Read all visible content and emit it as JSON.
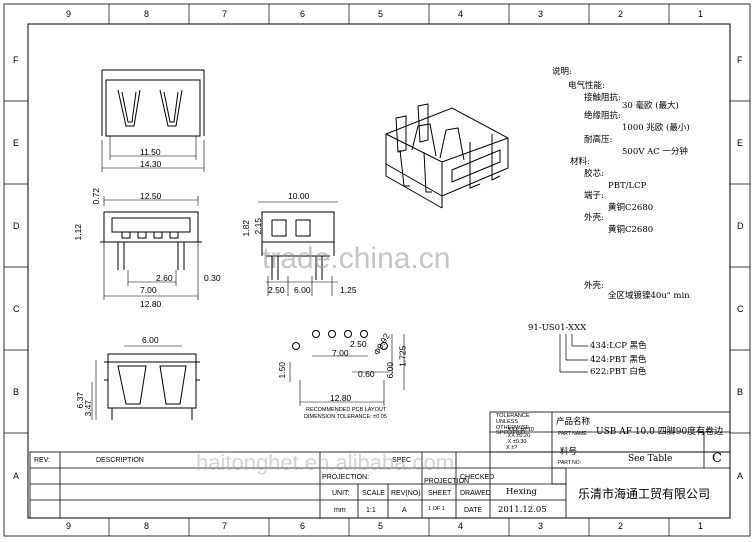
{
  "border": {
    "columns": [
      "9",
      "8",
      "7",
      "6",
      "5",
      "4",
      "3",
      "2",
      "1"
    ],
    "rows": [
      "F",
      "E",
      "D",
      "C",
      "B",
      "A"
    ]
  },
  "views": {
    "front_top": {
      "dims": [
        "11.50",
        "14.30"
      ]
    },
    "front": {
      "dims": [
        "12.50",
        "0.72",
        "1.12",
        "2.60",
        "0.30",
        "7.00",
        "12.80"
      ]
    },
    "side": {
      "dims": [
        "10.00",
        "1.82",
        "2.15",
        "2.50",
        "6.00",
        "1.25"
      ]
    },
    "bottom": {
      "dims": [
        "6.00",
        "6.37",
        "3.47"
      ]
    },
    "pcb": {
      "dims": [
        "2.50",
        "7.00",
        "Φ0.92",
        "1.725",
        "6.00",
        "0.60",
        "1.50",
        "12.80"
      ],
      "caption": "RECOMMENDED PCB LAYOUT",
      "tolerance": "DIMENSION TOLERANCE: ±0.05"
    }
  },
  "notes": {
    "title": "说明:",
    "lines": [
      "电气性能:",
      "接触阻抗:",
      "30 毫欧 (最大)",
      "绝缘阻抗:",
      "1000 兆欧 (最小)",
      "耐高压:",
      "500V AC 一分钟",
      "材料:",
      "胶芯:",
      "PBT/LCP",
      "端子:",
      "黄铜C2680",
      "外壳:",
      "黄铜C2680",
      "外壳:",
      "全区域镀镍40u\" min"
    ]
  },
  "part": {
    "code": "91-US01-XXX",
    "variants": [
      "434:LCP 黑色",
      "424:PBT 黑色",
      "622:PBT 白色"
    ]
  },
  "title_block": {
    "tolerance_header": "TOLERANCE UNLESS OTHERWISE SPECIFIED",
    "tolerances": [
      ".XXX ±0.10",
      ".XX ±0.20",
      ".X ±0.30",
      "X ±?"
    ],
    "part_name_label_cn": "产品名称",
    "part_name_label_en": "PART NAME:",
    "part_name": "USB AF 10.0 四脚90度有卷边",
    "part_no_label_cn": "料号",
    "part_no_label_en": "PART NO:",
    "part_no": "See Table",
    "revision": "C",
    "rev_label": "REV:",
    "description_label": "DESCRIPTION",
    "spec_label": "SPEC",
    "projection_label": "PROJECTION:",
    "projection2_label": "PROJECTION",
    "checked_label": "CHECKED",
    "unit_label": "UNIT:",
    "unit": "mm",
    "scale_label": "SCALE",
    "scale": "1:1",
    "revno_label": "REV(NO)",
    "revno": "A",
    "sheet_label": "SHEET",
    "sheet": "1 OF 1",
    "drawed_label": "DRAWED",
    "drawed": "Hexing",
    "date_label": "DATE",
    "date": "2011.12.05",
    "company": "乐清市海通工贸有限公司"
  },
  "watermarks": [
    "trade.china.cn",
    "haitonghet.en.alibaba.com"
  ]
}
